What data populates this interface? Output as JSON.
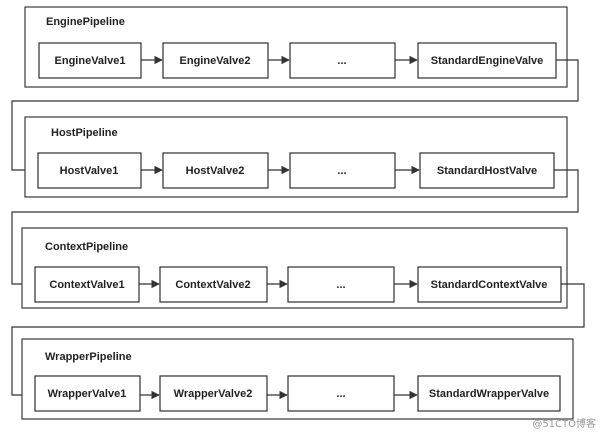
{
  "pipelines": [
    {
      "title": "EnginePipeline",
      "valves": [
        "EngineValve1",
        "EngineValve2",
        "...",
        "StandardEngineValve"
      ]
    },
    {
      "title": "HostPipeline",
      "valves": [
        "HostValve1",
        "HostValve2",
        "...",
        "StandardHostValve"
      ]
    },
    {
      "title": "ContextPipeline",
      "valves": [
        "ContextValve1",
        "ContextValve2",
        "...",
        "StandardContextValve"
      ]
    },
    {
      "title": "WrapperPipeline",
      "valves": [
        "WrapperValve1",
        "WrapperValve2",
        "...",
        "StandardWrapperValve"
      ]
    }
  ],
  "watermark": "@51CTO博客",
  "colors": {
    "stroke": "#333333",
    "background": "#ffffff",
    "text": "#222222"
  }
}
